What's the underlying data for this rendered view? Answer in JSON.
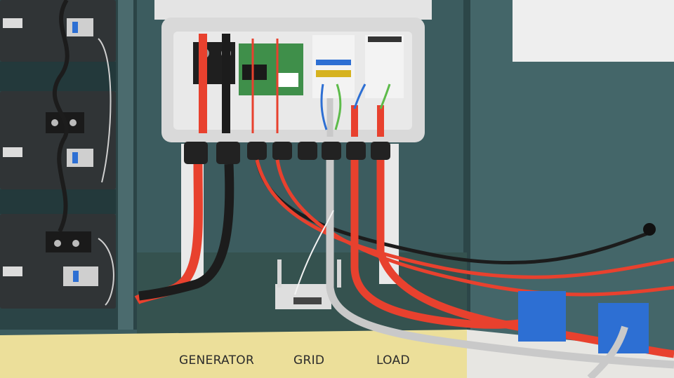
{
  "labels": {
    "generator": "GENERATOR",
    "grid": "GRID",
    "load": "LOAD"
  },
  "icons": [
    "battery-module",
    "rj45-port",
    "breaker-switch",
    "cable-gland",
    "wifi-router",
    "terminal-block",
    "circuit-board"
  ],
  "colors": {
    "cabinet": "#3c5c5f",
    "cabinet_dark": "#2c4648",
    "floor_mat": "#ecdf9a",
    "junction_box": "#d9d9d9",
    "red_cable": "#e8412e",
    "black_cable": "#1c1c1c",
    "grey_cable": "#c9c9c9",
    "battery": "#2f3335",
    "pcb_green": "#3f8f4a",
    "blue_pad": "#2d6fd3"
  }
}
